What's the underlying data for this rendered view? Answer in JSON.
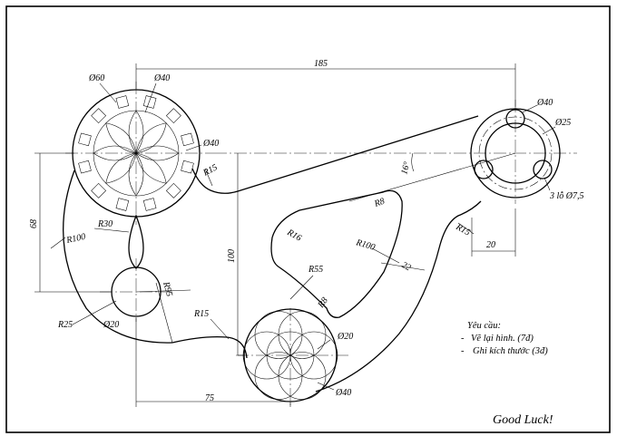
{
  "drawing": {
    "dimensions": {
      "overall_length": "185",
      "big_circle_outer": "Ø60",
      "big_circle_inner": "Ø40",
      "big_circle_boss": "Ø40",
      "fillet_top": "R15",
      "right_boss_outer": "Ø40",
      "right_boss_inner": "Ø25",
      "holes": "3 lỗ Ø7,5",
      "angle": "16°",
      "slot_r8_top": "R8",
      "slot_r16": "R16",
      "slot_r100": "R100",
      "slot_width": "22",
      "slot_r8_bottom": "R8",
      "fillet_right": "R15",
      "right_offset": "20",
      "vertical_68": "68",
      "vertical_100": "100",
      "arc_r30": "R30",
      "arc_r100_left": "R100",
      "r55": "R55",
      "r95": "R95",
      "r25": "R25",
      "small_circle": "Ø20",
      "fillet_bottom": "R15",
      "bottom_inner": "Ø20",
      "bottom_outer": "Ø40",
      "bottom_length": "75"
    },
    "requirements": {
      "title": "Yêu cầu:",
      "item1": "Vẽ lại hình. (7đ)",
      "item2": "Ghi kích thước (3đ)"
    },
    "footer": "Good Luck!"
  }
}
